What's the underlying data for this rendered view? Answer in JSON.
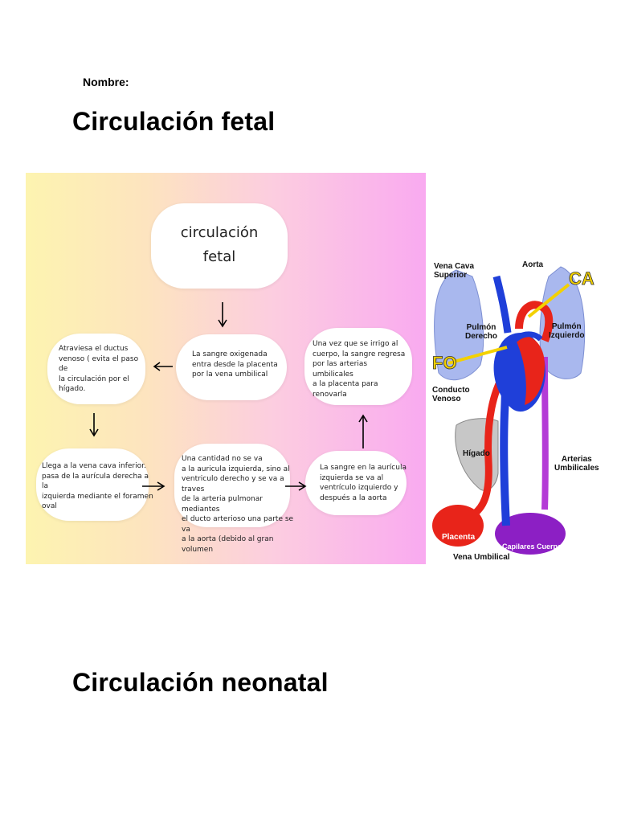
{
  "page": {
    "name_label": "Nombre:",
    "title_fetal": "Circulación fetal",
    "title_neonatal": "Circulación neonatal"
  },
  "concept_map": {
    "title": "circulación\nfetal",
    "nodes": {
      "oxygenated": "La sangre oxigenada\nentra desde la placenta\npor la vena umbilical",
      "ductus": "Atraviesa el ductus\nvenoso ( evita el paso de\nla circulación por el\nhígado.",
      "vena_cava": "Llega a la vena cava inferior.\npasa de la aurícula derecha a la\nizquierda mediante el foramen\noval",
      "cantidad": "Una cantidad no se va\na  la auricula izquierda, sino al\nventriculo derecho  y se va a traves\nde la arteria pulmonar mediantes\nel ducto arterioso una parte se va\na la aorta (debido al gran volumen",
      "auricula": "La sangre en la aurícula\nizquierda se va al\nventrículo izquierdo y\ndespués a la aorta",
      "retorno": "Una vez que se irrigo al\ncuerpo, la sangre regresa\npor las arterias umbilicales\na la placenta para\nrenovarla"
    }
  },
  "diagram": {
    "labels": {
      "vena_cava_superior": "Vena Cava\nSuperior",
      "aorta": "Aorta",
      "ca": "CA",
      "pulmon_derecho": "Pulmón\nDerecho",
      "pulmon_izquierdo": "Pulmón\nIzquierdo",
      "fo": "FO",
      "conducto_venoso": "Conducto\nVenoso",
      "higado": "Hígado",
      "arterias_umbilicales": "Arterias\nUmbilicales",
      "placenta": "Placenta",
      "capilares_cuerpo": "Capilares Cuerpo",
      "vena_umbilical": "Vena Umbilical"
    },
    "colors": {
      "oxygenated": "#e8241a",
      "deoxygenated": "#1f3fd9",
      "mixed": "#b43bd6",
      "lungs": "#a9b8ee",
      "liver": "#c7c7c7",
      "label_highlight": "#f3d100"
    }
  }
}
